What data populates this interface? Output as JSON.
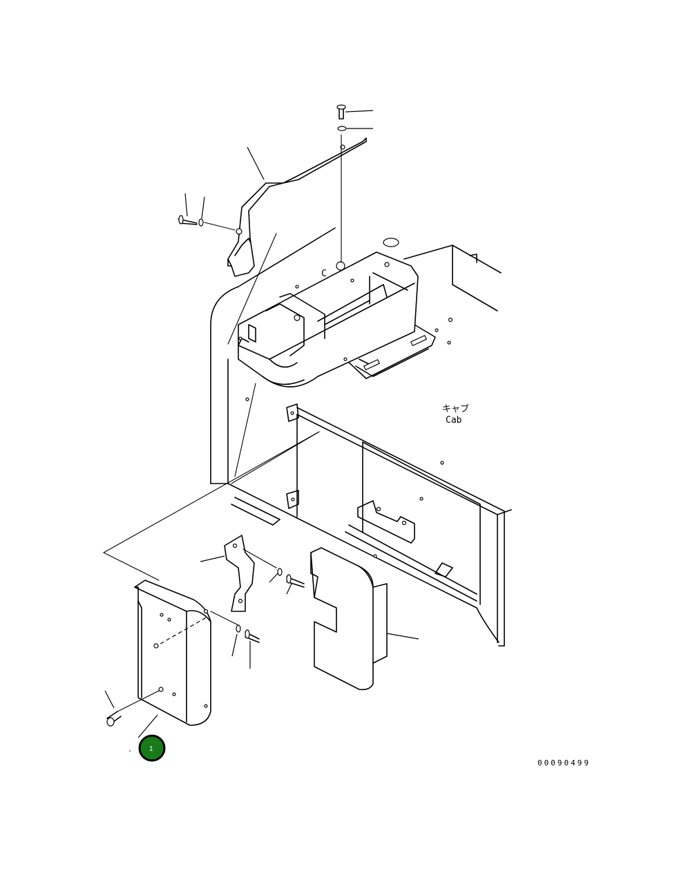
{
  "labels": {
    "cab_jp": "キャブ",
    "cab_en": "Cab",
    "drawing_code": "00090499"
  },
  "callouts": [
    {
      "number": "1"
    }
  ],
  "colors": {
    "line": "#000000",
    "background": "#ffffff",
    "callout_fill": "#1a7a1a",
    "callout_ring": "#000000"
  }
}
